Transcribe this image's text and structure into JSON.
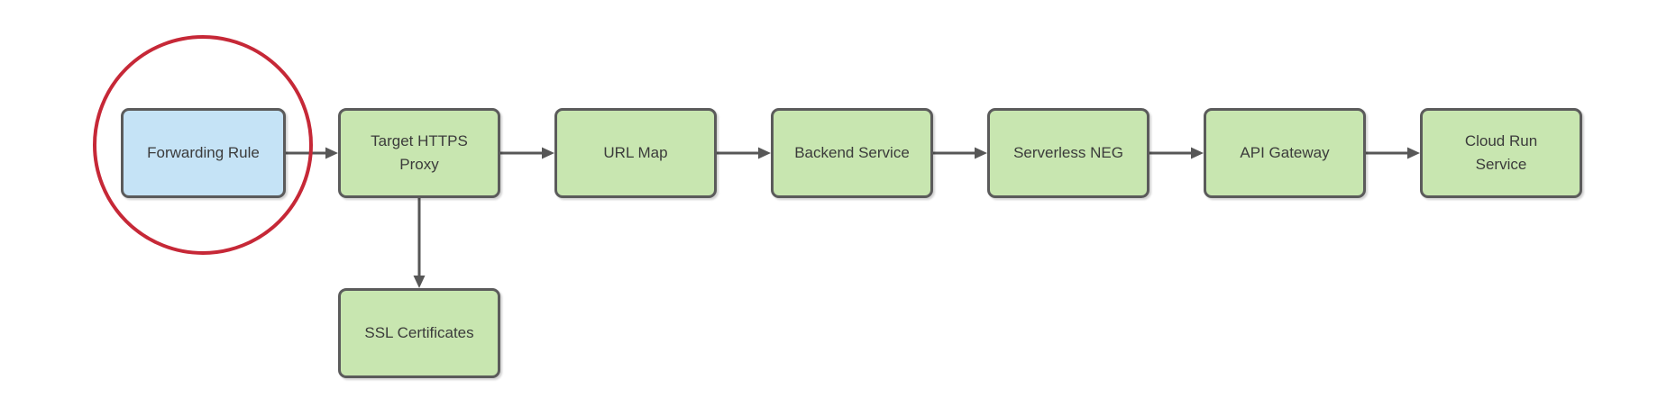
{
  "diagram": {
    "nodes": [
      {
        "id": "forwarding-rule",
        "label": "Forwarding Rule",
        "fill": "#c5e3f6",
        "highlighted": true
      },
      {
        "id": "target-https-proxy",
        "label": "Target HTTPS\nProxy",
        "fill": "#c8e6b0",
        "highlighted": false
      },
      {
        "id": "url-map",
        "label": "URL Map",
        "fill": "#c8e6b0",
        "highlighted": false
      },
      {
        "id": "backend-service",
        "label": "Backend Service",
        "fill": "#c8e6b0",
        "highlighted": false
      },
      {
        "id": "serverless-neg",
        "label": "Serverless NEG",
        "fill": "#c8e6b0",
        "highlighted": false
      },
      {
        "id": "api-gateway",
        "label": "API Gateway",
        "fill": "#c8e6b0",
        "highlighted": false
      },
      {
        "id": "cloud-run-service",
        "label": "Cloud Run\nService",
        "fill": "#c8e6b0",
        "highlighted": false
      },
      {
        "id": "ssl-certificates",
        "label": "SSL Certificates",
        "fill": "#c8e6b0",
        "highlighted": false
      }
    ],
    "edges": [
      {
        "from": "forwarding-rule",
        "to": "target-https-proxy"
      },
      {
        "from": "target-https-proxy",
        "to": "url-map"
      },
      {
        "from": "url-map",
        "to": "backend-service"
      },
      {
        "from": "backend-service",
        "to": "serverless-neg"
      },
      {
        "from": "serverless-neg",
        "to": "api-gateway"
      },
      {
        "from": "api-gateway",
        "to": "cloud-run-service"
      },
      {
        "from": "target-https-proxy",
        "to": "ssl-certificates"
      }
    ],
    "colors": {
      "node_green": "#c8e6b0",
      "node_blue": "#c5e3f6",
      "border": "#5b5b5b",
      "arrow": "#575757",
      "highlight_red": "#c62837",
      "text": "#3b3b3b",
      "background": "#ffffff"
    }
  }
}
